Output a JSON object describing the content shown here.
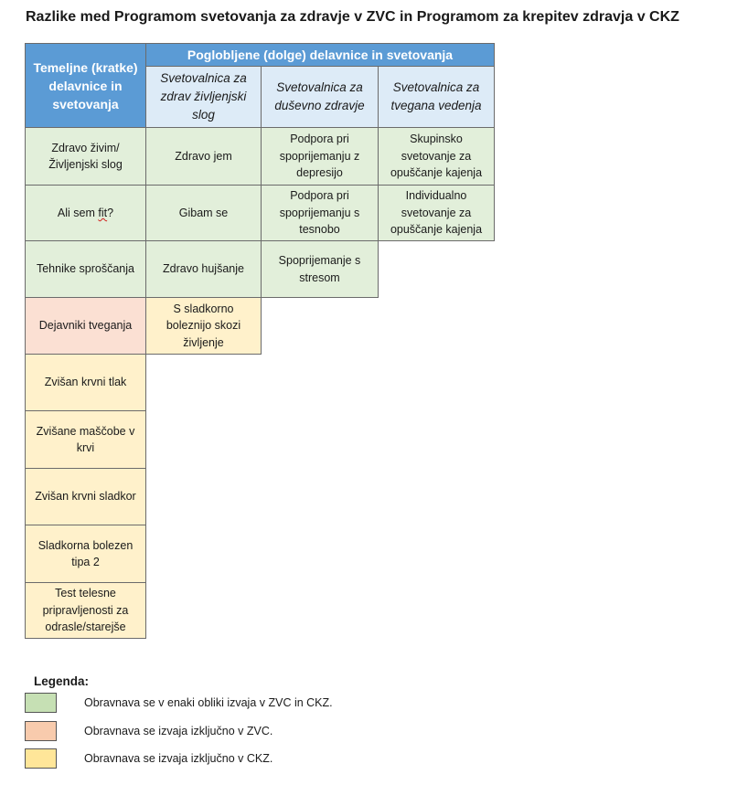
{
  "title": "Razlike med Programom svetovanja za zdravje v ZVC in Programom za krepitev zdravja v CKZ",
  "headers": {
    "col1": "Temeljne (kratke) delavnice in svetovanja",
    "group": "Poglobljene (dolge) delavnice in svetovanja",
    "col2": "Svetovalnica za zdrav življenjski slog",
    "col3": "Svetovalnica za duševno zdravje",
    "col4": "Svetovalnica za tvegana vedenja"
  },
  "col1": [
    "Zdravo živim/Življenjski slog",
    "Ali sem ",
    "Tehnike sproščanja",
    "Dejavniki tveganja",
    "Zvišan krvni tlak",
    "Zvišane maščobe v krvi",
    "Zvišan krvni sladkor",
    "Sladkorna bolezen tipa 2",
    "Test telesne pripravljenosti za odrasle/starejše"
  ],
  "col1_fit_word": "fit",
  "col1_fit_suffix": "?",
  "col2": [
    "Zdravo jem",
    "Gibam se",
    "Zdravo hujšanje",
    "S sladkorno boleznijo skozi življenje"
  ],
  "col3": [
    "Podpora pri spoprijemanju z depresijo",
    "Podpora pri spoprijemanju s tesnobo",
    "Spoprijemanje s stresom"
  ],
  "col4": [
    "Skupinsko svetovanje za opuščanje kajenja",
    "Individualno svetovanje za opuščanje kajenja"
  ],
  "legend": {
    "title": "Legenda:",
    "items": [
      {
        "color": "#c6e0b4",
        "text": "Obravnava se v enaki obliki izvaja v ZVC in CKZ."
      },
      {
        "color": "#f8cbad",
        "text": "Obravnava se izvaja izključno v ZVC."
      },
      {
        "color": "#ffe699",
        "text": "Obravnava se izvaja izključno v CKZ."
      }
    ]
  }
}
